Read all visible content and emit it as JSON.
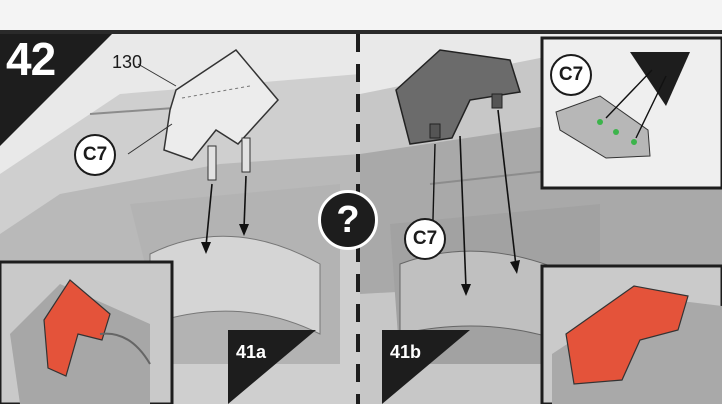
{
  "step": {
    "number": "42"
  },
  "callouts": {
    "left_part": "C7",
    "right_part": "C7",
    "inset_part": "C7",
    "part_number": "130"
  },
  "references": {
    "left": "41a",
    "right": "41b"
  },
  "center_mark": "?",
  "colors": {
    "highlight_part": "#e4533a",
    "ink": "#1d1d1d",
    "panel_gray": "#9a9a9a",
    "light_gray": "#d9d9d9",
    "glue_green": "#3cb44b"
  }
}
